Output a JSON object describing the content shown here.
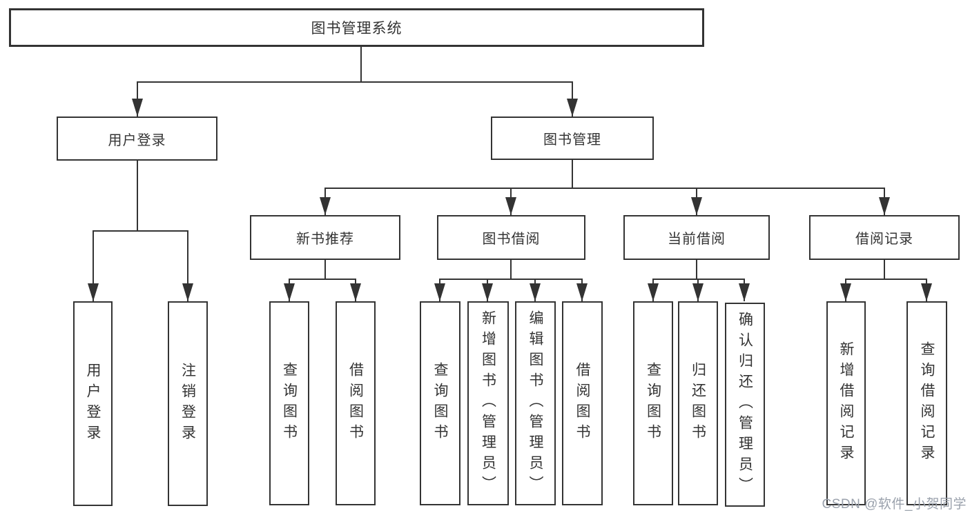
{
  "tree": {
    "root": "图书管理系统",
    "branches": [
      {
        "label": "用户登录",
        "children": [
          "用户登录",
          "注销登录"
        ]
      },
      {
        "label": "图书管理",
        "sections": [
          {
            "label": "新书推荐",
            "children": [
              "查询图书",
              "借阅图书"
            ]
          },
          {
            "label": "图书借阅",
            "children": [
              "查询图书",
              "新增图书（管理员）",
              "编辑图书（管理员）",
              "借阅图书"
            ]
          },
          {
            "label": "当前借阅",
            "children": [
              "查询图书",
              "归还图书",
              "确认归还（管理员）"
            ]
          },
          {
            "label": "借阅记录",
            "children": [
              "新增借阅记录",
              "查询借阅记录"
            ]
          }
        ]
      }
    ]
  },
  "watermark": "CSDN @软件_小贺同学",
  "colors": {
    "line": "#333333",
    "text": "#333333",
    "background": "#ffffff",
    "watermark": "#9aa1ac"
  }
}
